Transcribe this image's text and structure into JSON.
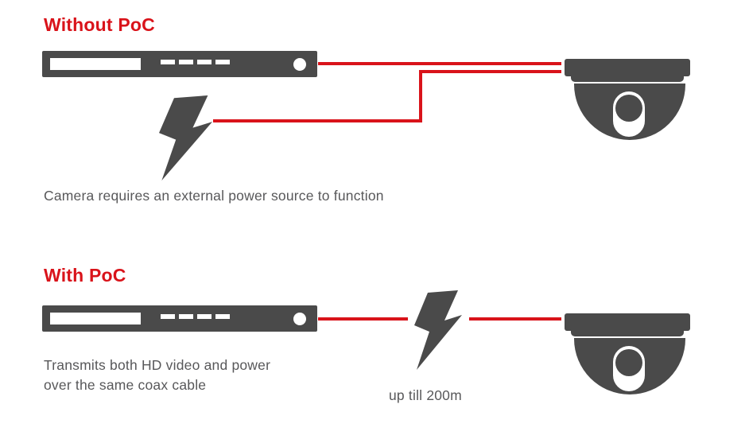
{
  "colors": {
    "red": "#d9131a",
    "device_gray": "#4a4a4a",
    "text_gray": "#58585a"
  },
  "without_poc": {
    "title": "Without PoC",
    "caption": "Camera requires an external power source to function"
  },
  "with_poc": {
    "title": "With PoC",
    "caption_line1": "Transmits both HD video and power",
    "caption_line2": "over the same coax cable",
    "distance_label": "up till 200m"
  },
  "icons": {
    "dvr": "dvr-recorder-icon",
    "bolt": "lightning-bolt-icon",
    "camera": "dome-camera-icon"
  }
}
